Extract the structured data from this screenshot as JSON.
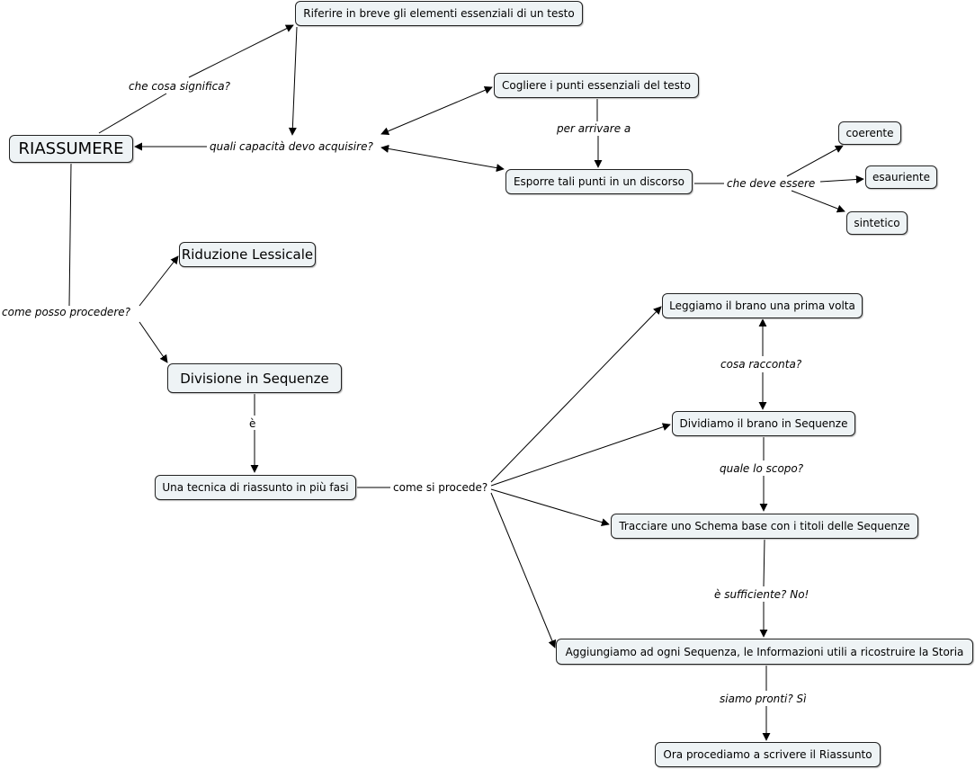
{
  "nodes": {
    "riassumere": "RIASSUMERE",
    "riferire": "Riferire in breve gli elementi essenziali di un testo",
    "cogliere": "Cogliere i punti essenziali del testo",
    "esporre": "Esporre tali punti in un discorso",
    "coerente": "coerente",
    "esauriente": "esauriente",
    "sintetico": "sintetico",
    "riduzione": "Riduzione Lessicale",
    "divisione": "Divisione in Sequenze",
    "tecnica": "Una tecnica di riassunto in più fasi",
    "leggiamo": "Leggiamo il brano una prima volta",
    "dividiamo": "Dividiamo il brano in Sequenze",
    "tracciare": "Tracciare uno Schema base con i titoli delle Sequenze",
    "aggiungiamo": "Aggiungiamo ad ogni Sequenza, le Informazioni utili a ricostruire la Storia",
    "ora": "Ora procediamo a scrivere il Riassunto"
  },
  "links": {
    "che_cosa": "che cosa significa?",
    "quali": "quali capacità devo acquisire?",
    "per_arrivare": "per arrivare a",
    "che_deve": "che deve essere",
    "come_posso": "come posso procedere?",
    "e": "è",
    "come_si": "come si procede?",
    "cosa_racconta": "cosa racconta?",
    "quale_scopo": "quale lo scopo?",
    "sufficiente": "è sufficiente? No!",
    "pronti": "siamo pronti? Sì"
  }
}
